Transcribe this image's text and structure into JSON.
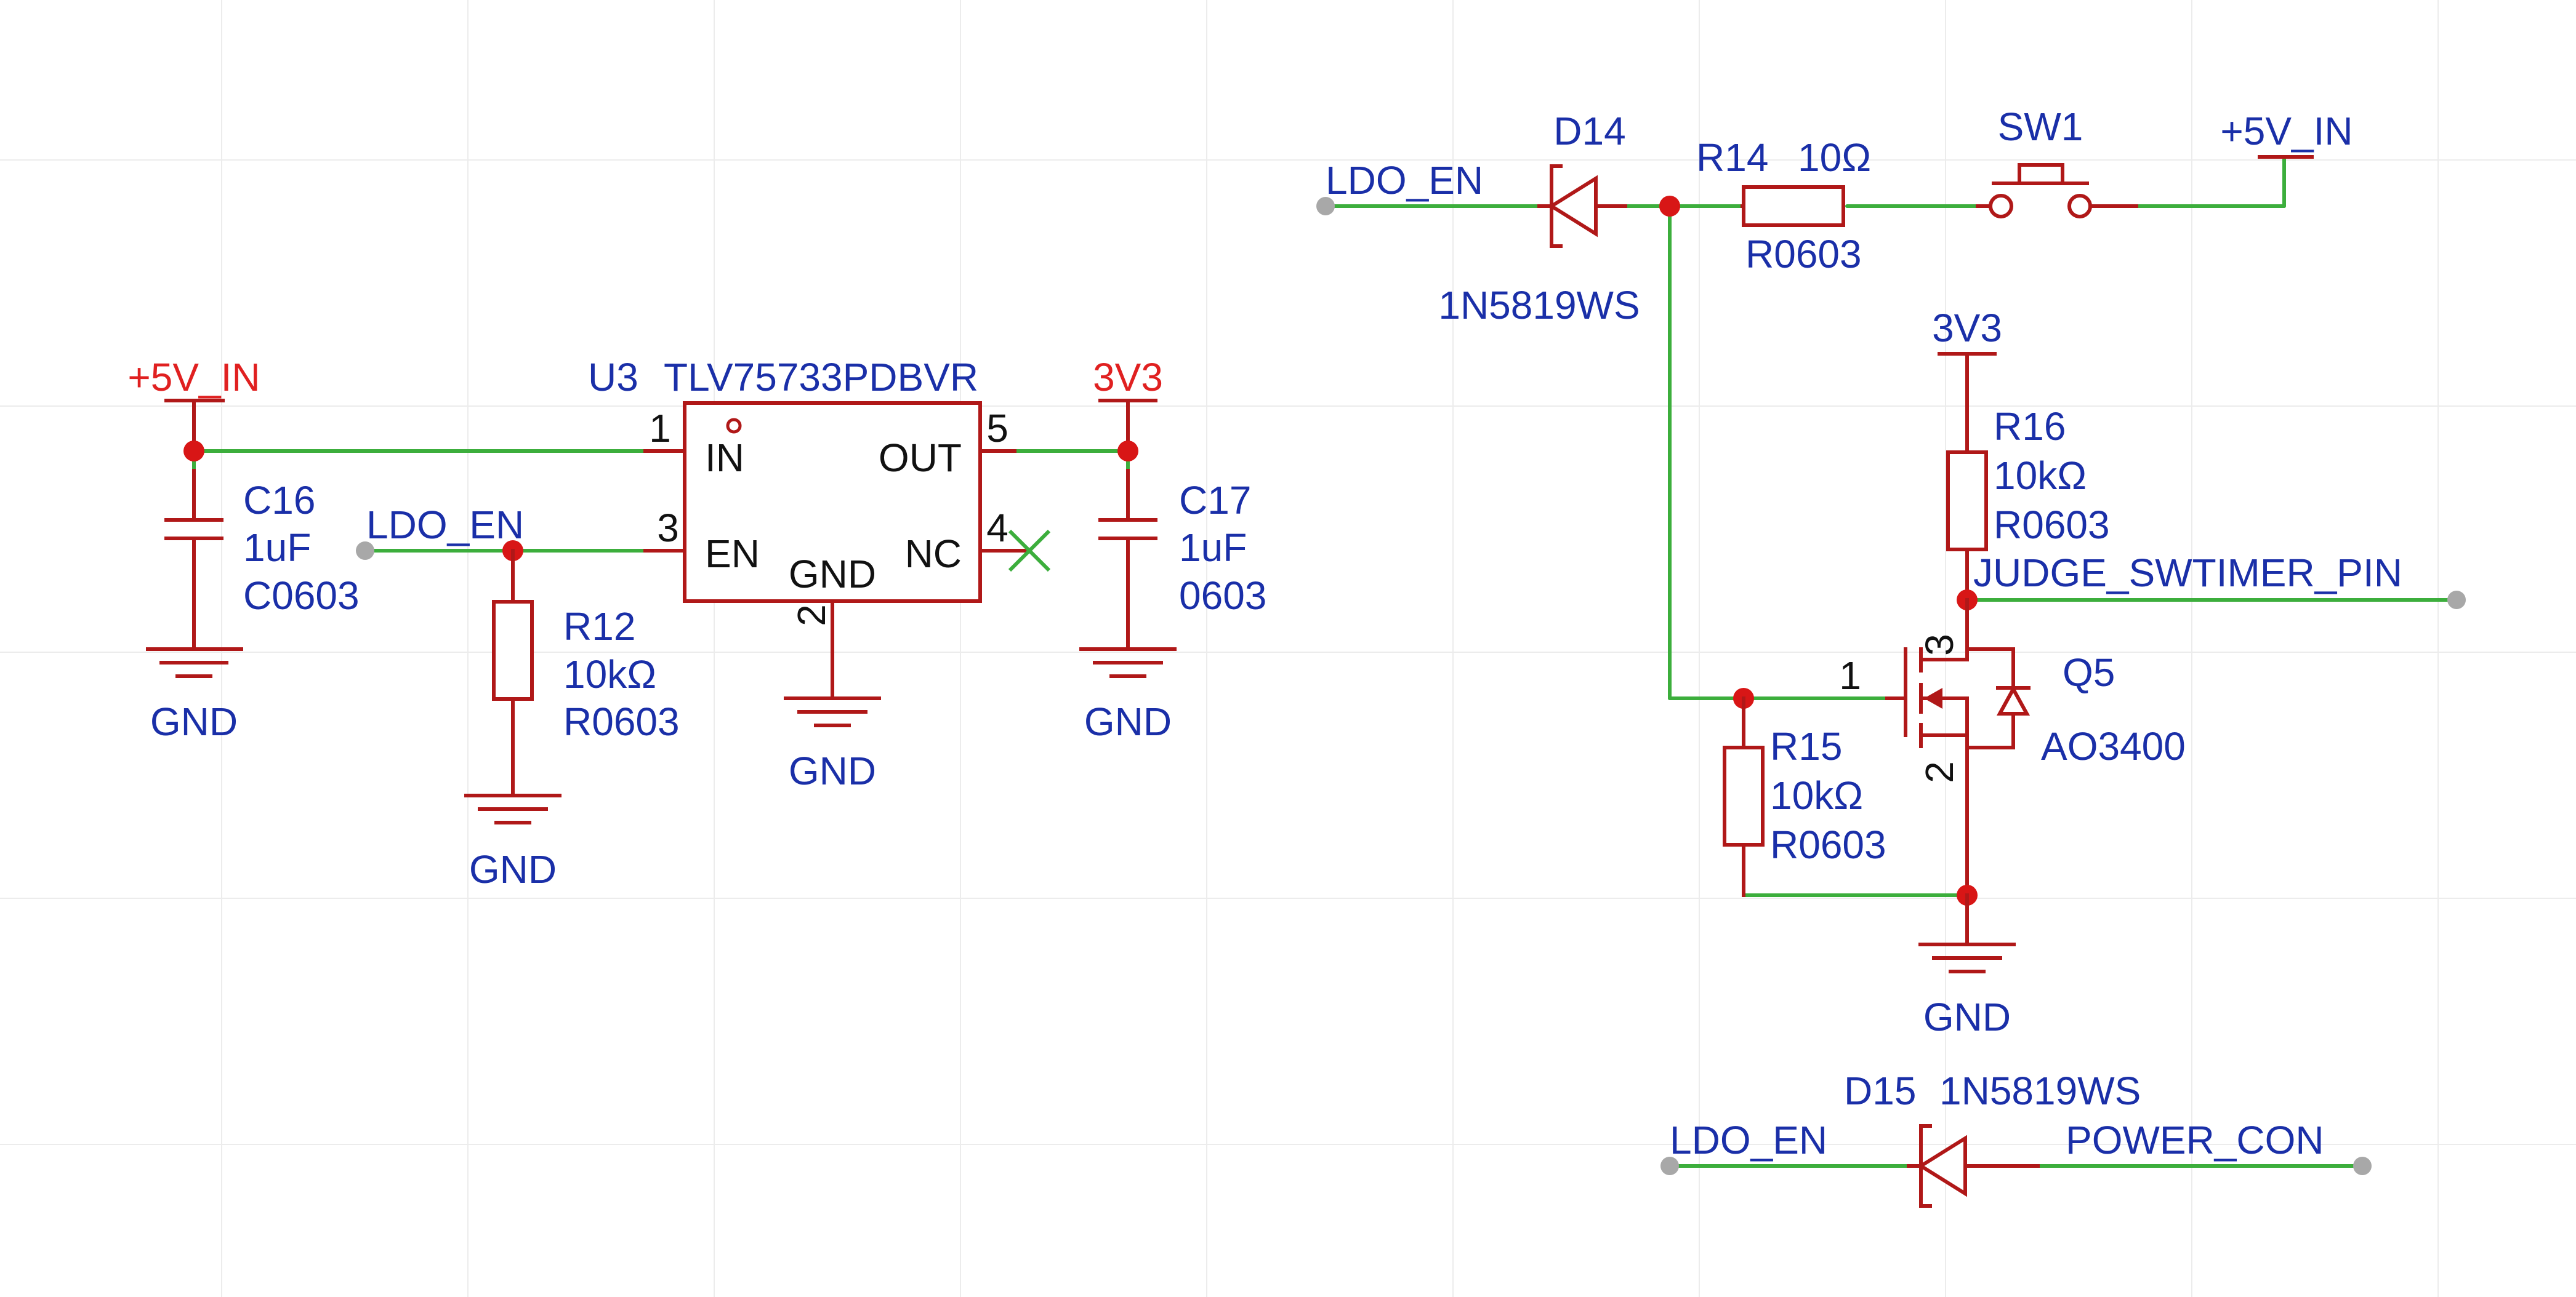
{
  "nets": {
    "plus5v_in": "+5V_IN",
    "v3v3": "3V3",
    "gnd": "GND",
    "ldo_en": "LDO_EN",
    "judge_swtimer_pin": "JUDGE_SWTIMER_PIN",
    "power_con": "POWER_CON"
  },
  "u3": {
    "designator": "U3",
    "part": "TLV75733PDBVR",
    "pins": {
      "in": {
        "number": "1",
        "name": "IN"
      },
      "en": {
        "number": "3",
        "name": "EN"
      },
      "out": {
        "number": "5",
        "name": "OUT"
      },
      "nc": {
        "number": "4",
        "name": "NC"
      },
      "gnd": {
        "number": "2",
        "name": "GND"
      }
    }
  },
  "c16": {
    "designator": "C16",
    "value": "1uF",
    "footprint": "C0603"
  },
  "c17": {
    "designator": "C17",
    "value": "1uF",
    "footprint": "0603"
  },
  "r12": {
    "designator": "R12",
    "value": "10kΩ",
    "footprint": "R0603"
  },
  "d14": {
    "designator": "D14",
    "part": "1N5819WS"
  },
  "r14": {
    "designator": "R14",
    "value": "10Ω",
    "footprint": "R0603"
  },
  "sw1": {
    "designator": "SW1"
  },
  "r16": {
    "designator": "R16",
    "value": "10kΩ",
    "footprint": "R0603"
  },
  "r15": {
    "designator": "R15",
    "value": "10kΩ",
    "footprint": "R0603"
  },
  "q5": {
    "designator": "Q5",
    "part": "AO3400",
    "pins": {
      "gate": "1",
      "source": "2",
      "drain": "3"
    }
  },
  "d15": {
    "designator": "D15",
    "part": "1N5819WS"
  },
  "colors": {
    "wire": "#3cae3c",
    "symbol": "#b01818",
    "junction": "#d81616",
    "net_label_blue": "#1a2fa8",
    "power_label_red": "#e02020",
    "no_connect": "#3cae3c",
    "grid": "#ececec"
  }
}
